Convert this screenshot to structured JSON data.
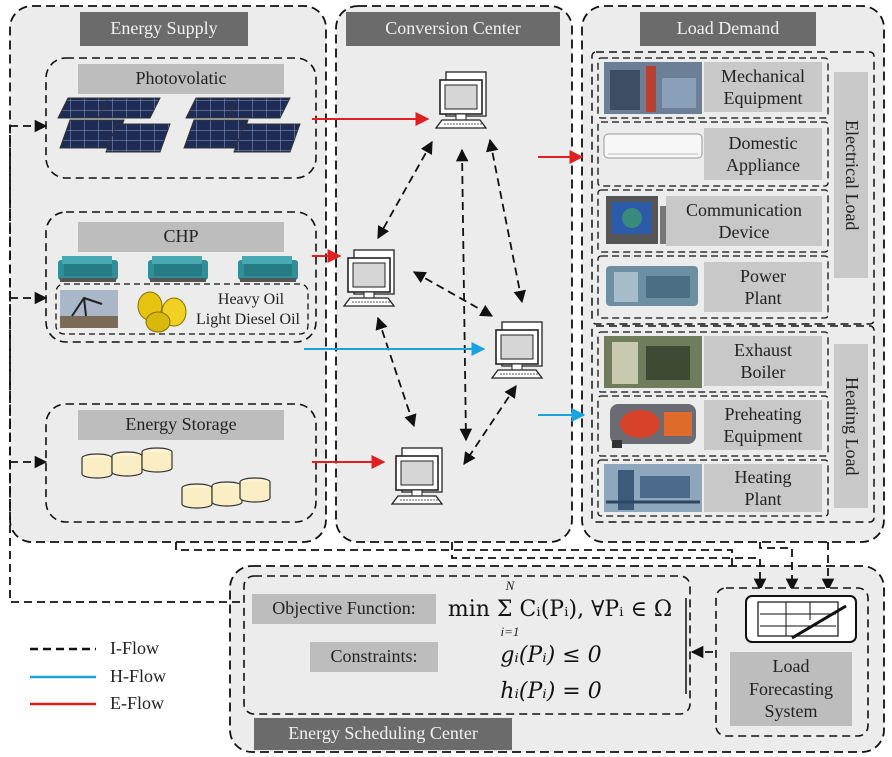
{
  "panels": {
    "energy_supply": "Energy Supply",
    "conversion_center": "Conversion Center",
    "load_demand": "Load Demand",
    "energy_scheduling_center": "Energy Scheduling Center"
  },
  "supply": {
    "photovoltaic": "Photovolatic",
    "chp": "CHP",
    "heavy_oil": "Heavy Oil",
    "light_diesel_oil": "Light Diesel Oil",
    "energy_storage": "Energy Storage"
  },
  "electrical_load": {
    "title": "Electrical Load",
    "items": [
      {
        "line1": "Mechanical",
        "line2": "Equipment"
      },
      {
        "line1": "Domestic",
        "line2": "Appliance"
      },
      {
        "line1": "Communication",
        "line2": "Device"
      },
      {
        "line1": "Power",
        "line2": "Plant"
      }
    ]
  },
  "heating_load": {
    "title": "Heating Load",
    "items": [
      {
        "line1": "Exhaust",
        "line2": "Boiler"
      },
      {
        "line1": "Preheating",
        "line2": "Equipment"
      },
      {
        "line1": "Heating",
        "line2": "Plant"
      }
    ]
  },
  "scheduling": {
    "objective_label": "Objective Function:",
    "objective_formula": "min Σ Cᵢ(Pᵢ), ∀Pᵢ ∈ Ω",
    "sum_upper": "N",
    "sum_lower": "i=1",
    "constraints_label": "Constraints:",
    "constraint_1": "gᵢ(Pᵢ) ≤ 0",
    "constraint_2": "hᵢ(Pᵢ) = 0",
    "forecast_line1": "Load",
    "forecast_line2": "Forecasting",
    "forecast_line3": "System"
  },
  "legend": [
    {
      "label": "I-Flow",
      "color": "#111111",
      "style": "dashed"
    },
    {
      "label": "H-Flow",
      "color": "#1aa3e0",
      "style": "solid"
    },
    {
      "label": "E-Flow",
      "color": "#e02020",
      "style": "solid"
    }
  ],
  "colors": {
    "panel_fill": "#ececec",
    "header_fill": "#6b6b6b",
    "sublabel_fill": "#bdbdbd",
    "e_flow": "#e02020",
    "h_flow": "#1aa3e0",
    "i_flow": "#111111"
  }
}
